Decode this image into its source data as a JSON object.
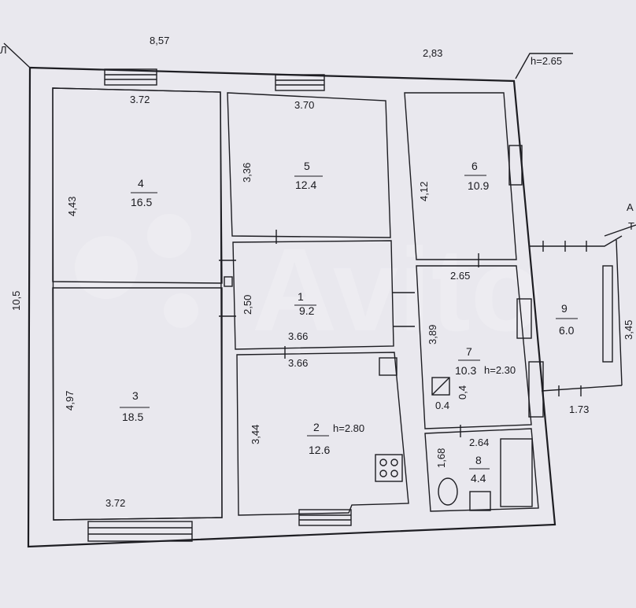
{
  "outer": {
    "top_left_dim": "8,57",
    "top_right_dim": "2,83",
    "height_note": "h=2.65",
    "left_side_dim": "10,5",
    "edge_fragment_top": "Л",
    "edge_fragment_right_1": "А",
    "edge_fragment_right_2": "Т"
  },
  "rooms": [
    {
      "key": "r4",
      "number": "4",
      "area": "16.5",
      "dims": [
        "3.72",
        "4,43"
      ]
    },
    {
      "key": "r5",
      "number": "5",
      "area": "12.4",
      "dims": [
        "3.70",
        "3,36"
      ]
    },
    {
      "key": "r6",
      "number": "6",
      "area": "10.9",
      "dims": [
        "4,12"
      ]
    },
    {
      "key": "r1",
      "number": "1",
      "area": "9.2",
      "dims": [
        "2,50",
        "3.66"
      ]
    },
    {
      "key": "r7",
      "number": "7",
      "area": "10.3",
      "dims": [
        "2.65",
        "3,89",
        "h=2.30"
      ]
    },
    {
      "key": "r9",
      "number": "9",
      "area": "6.0",
      "dims": [
        "3,45",
        "1.73"
      ]
    },
    {
      "key": "r3",
      "number": "3",
      "area": "18.5",
      "dims": [
        "4,97",
        "3.72"
      ]
    },
    {
      "key": "r2",
      "number": "2",
      "area": "12.6",
      "dims": [
        "3.66",
        "3,44",
        "h=2.80"
      ]
    },
    {
      "key": "r8",
      "number": "8",
      "area": "4.4",
      "dims": [
        "2.64",
        "1,68"
      ]
    }
  ],
  "shaft": {
    "w": "0.4",
    "h": "0,4"
  },
  "watermark": "Avito"
}
